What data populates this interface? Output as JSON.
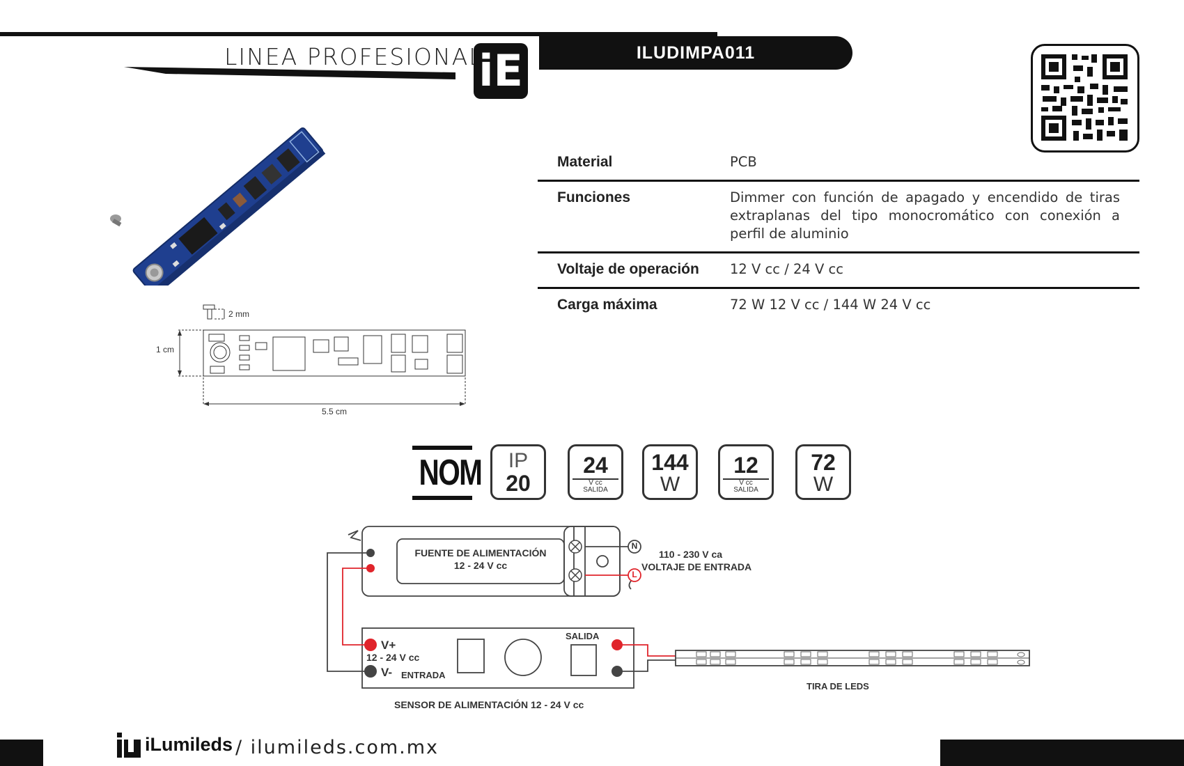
{
  "header": {
    "line_text": "LINEA PROFESIONAL",
    "logo_text": "iE",
    "product_code": "ILUDIMPA011"
  },
  "specs": [
    {
      "label": "Material",
      "value": "PCB"
    },
    {
      "label": "Funciones",
      "value": "Dimmer con función de apagado y encendido de tiras extraplanas del tipo monocromático con conexión a perfil de aluminio"
    },
    {
      "label": "Voltaje de operación",
      "value": "12 V cc / 24 V cc"
    },
    {
      "label": "Carga máxima",
      "value": "72 W 12 V cc / 144 W 24 V cc"
    }
  ],
  "dimensions": {
    "screw": "2 mm",
    "height": "1 cm",
    "width": "5.5 cm"
  },
  "badges": {
    "nom": "NOM",
    "ip": {
      "top": "IP",
      "value": "20"
    },
    "v24": {
      "value": "24",
      "unit": "V cc",
      "sub": "SALIDA"
    },
    "w144": {
      "value": "144",
      "unit": "W"
    },
    "v12": {
      "value": "12",
      "unit": "V cc",
      "sub": "SALIDA"
    },
    "w72": {
      "value": "72",
      "unit": "W"
    }
  },
  "diagram": {
    "power_supply_title": "FUENTE DE ALIMENTACIÓN",
    "power_supply_voltage": "12 - 24 V cc",
    "neutral": "N",
    "line": "L",
    "input_voltage": "110 - 230 V ca",
    "input_label": "VOLTAJE DE ENTRADA",
    "vplus": "V+",
    "vminus": "V-",
    "sensor_voltage": "12 - 24 V cc",
    "entrada": "ENTRADA",
    "salida": "SALIDA",
    "sensor_label": "SENSOR DE ALIMENTACIÓN 12 - 24 V cc",
    "led_strip_label": "TIRA DE LEDS"
  },
  "footer": {
    "brand": "iLumileds",
    "url": "/ ilumileds.com.mx"
  },
  "colors": {
    "dark": "#111111",
    "accent_red": "#e0242b",
    "pcb_blue": "#1f3f8f"
  }
}
